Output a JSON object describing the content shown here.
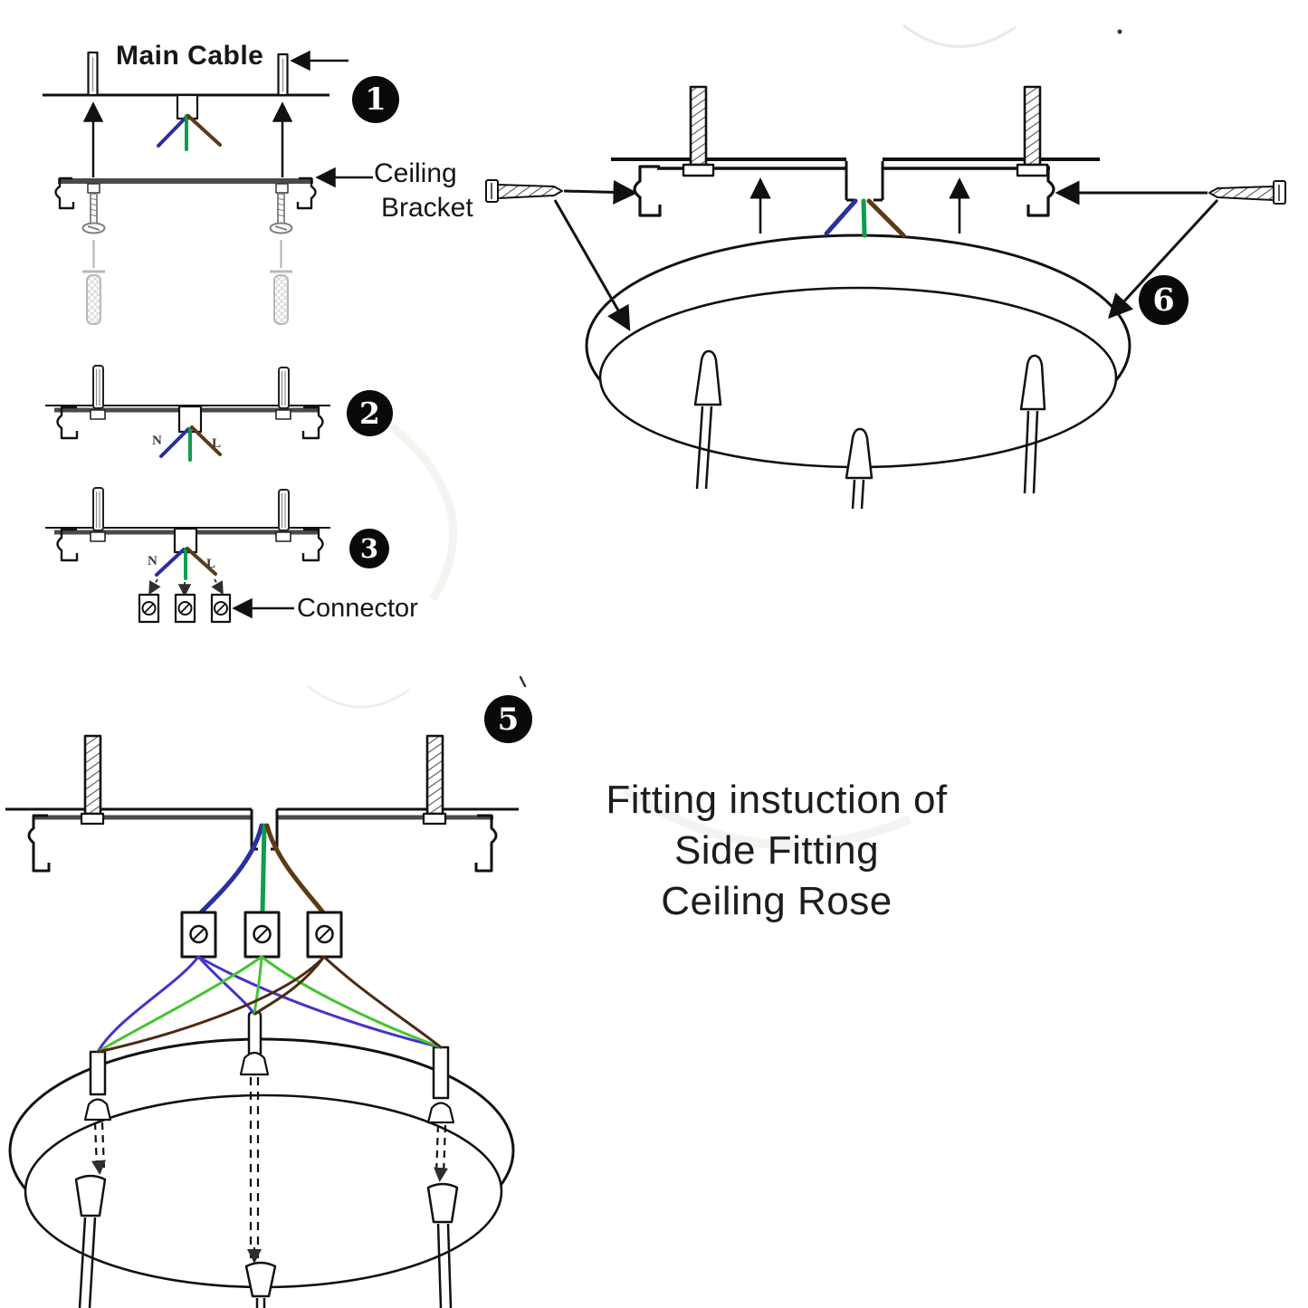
{
  "document": {
    "background": "#ffffff",
    "description": "Fitting instruction diagram for a side fitting ceiling rose"
  },
  "title": {
    "line1": "Fitting instuction of",
    "line2": "Side Fitting",
    "line3": "Ceiling Rose"
  },
  "labels": {
    "main_cable": "Main Cable",
    "ceiling_bracket_line1": "Ceiling",
    "ceiling_bracket_line2": "Bracket",
    "connector": "Connector"
  },
  "wire_labels": {
    "neutral": "N",
    "live": "L"
  },
  "step_badges": {
    "step1": "1",
    "step2": "2",
    "step3": "3",
    "step5": "5",
    "step6": "6"
  },
  "colors": {
    "supply_neutral_wire": "#2c2f9e",
    "supply_earth_wire": "#0c9e4c",
    "supply_live_wire": "#5d3a16",
    "pendant_neutral_wire": "#4433cc",
    "pendant_earth_wire": "#46c432",
    "pendant_live_wire": "#4d2a12",
    "bracket_gray": "#4a4a4a",
    "hardware_gray": "#777777",
    "anchor_gray": "#b8b8b8",
    "ink": "#111111",
    "badge_background": "#0a0a0a",
    "badge_text": "#ffffff"
  }
}
